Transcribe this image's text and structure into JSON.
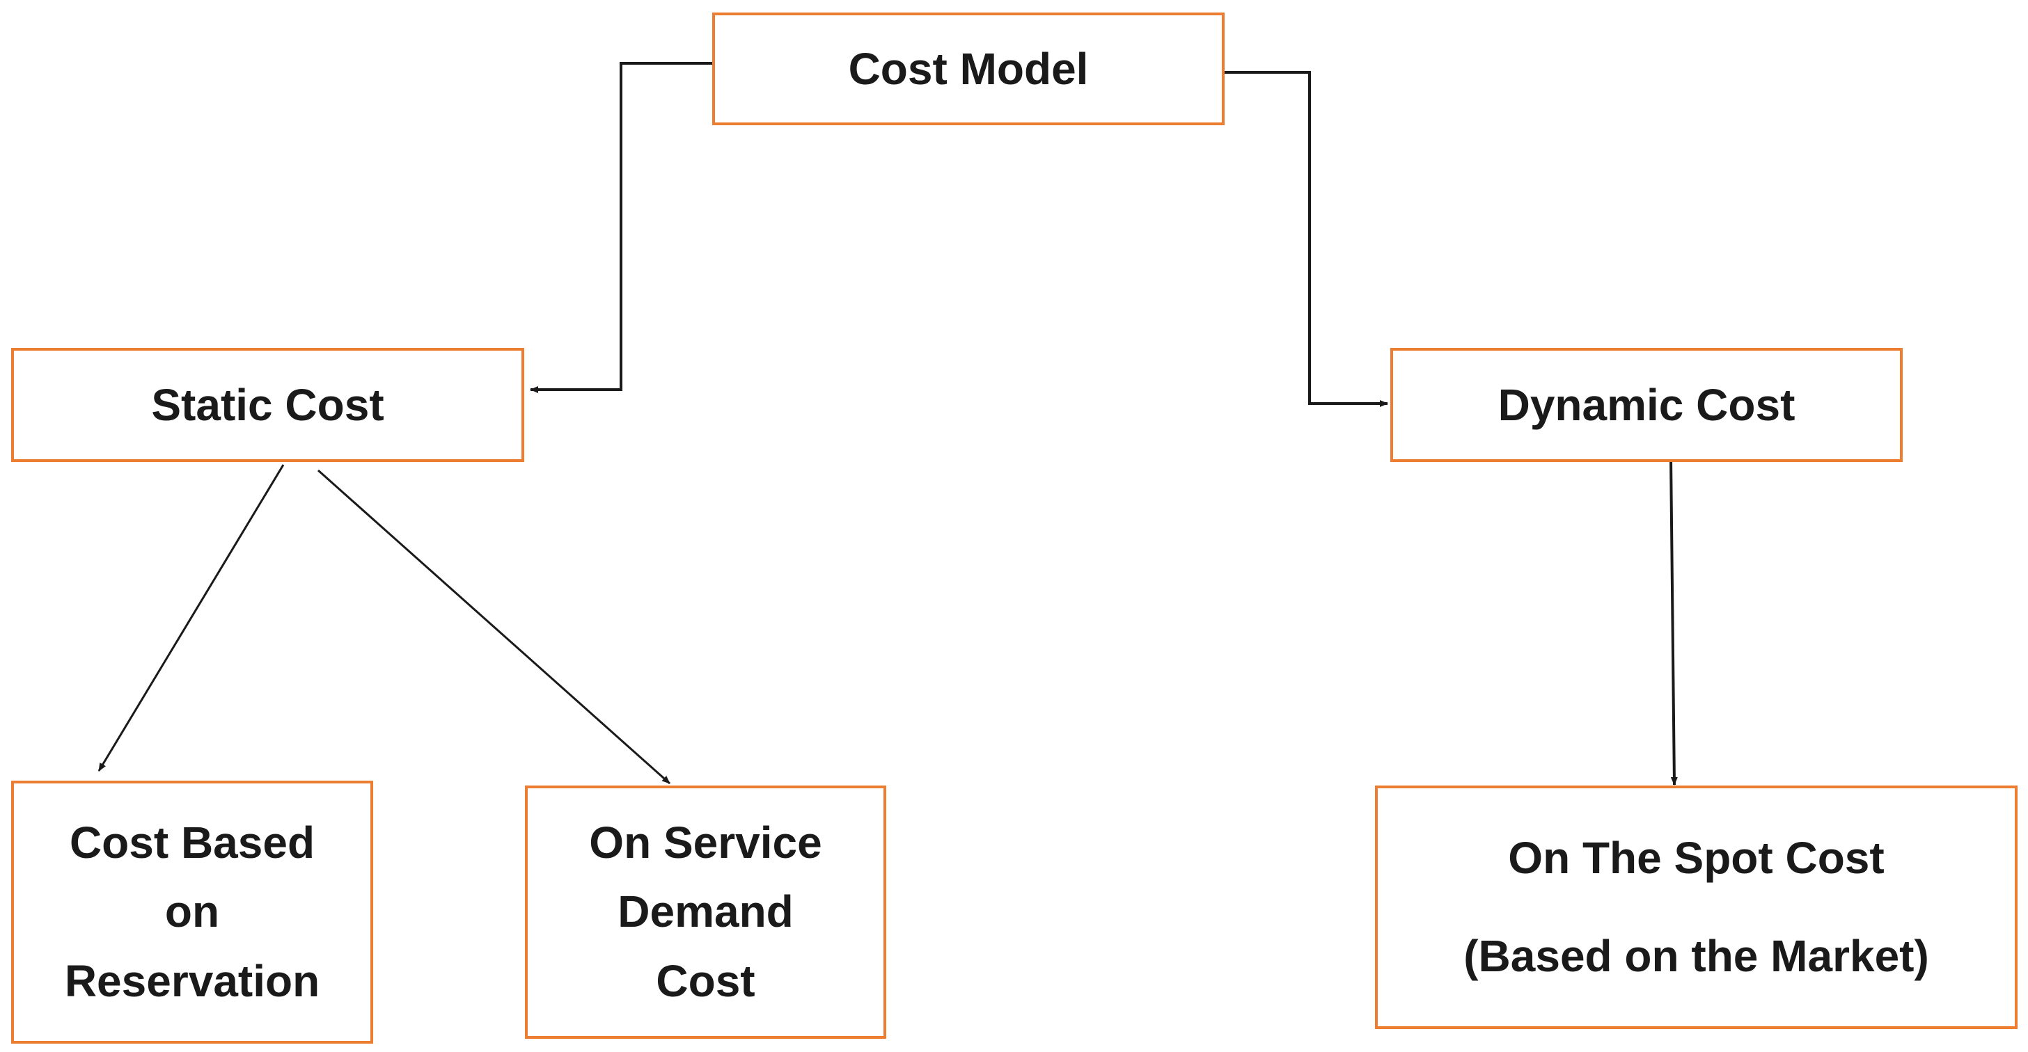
{
  "diagram": {
    "colors": {
      "box_border": "#ED7D31",
      "connector": "#1a1a1a",
      "text": "#1a1a1a"
    },
    "nodes": {
      "cost_model": {
        "label": "Cost Model"
      },
      "static_cost": {
        "label": "Static Cost"
      },
      "dynamic_cost": {
        "label": "Dynamic Cost"
      },
      "cost_based_on_reservation": {
        "lines": [
          "Cost Based",
          "on",
          "Reservation"
        ]
      },
      "on_service_demand_cost": {
        "lines": [
          "On Service",
          "Demand",
          "Cost"
        ]
      },
      "on_the_spot_cost": {
        "lines": [
          "On The Spot Cost",
          "(Based on the Market)"
        ]
      }
    },
    "edges": [
      {
        "from": "cost_model",
        "to": "static_cost"
      },
      {
        "from": "cost_model",
        "to": "dynamic_cost"
      },
      {
        "from": "static_cost",
        "to": "cost_based_on_reservation"
      },
      {
        "from": "static_cost",
        "to": "on_service_demand_cost"
      },
      {
        "from": "dynamic_cost",
        "to": "on_the_spot_cost"
      }
    ]
  }
}
